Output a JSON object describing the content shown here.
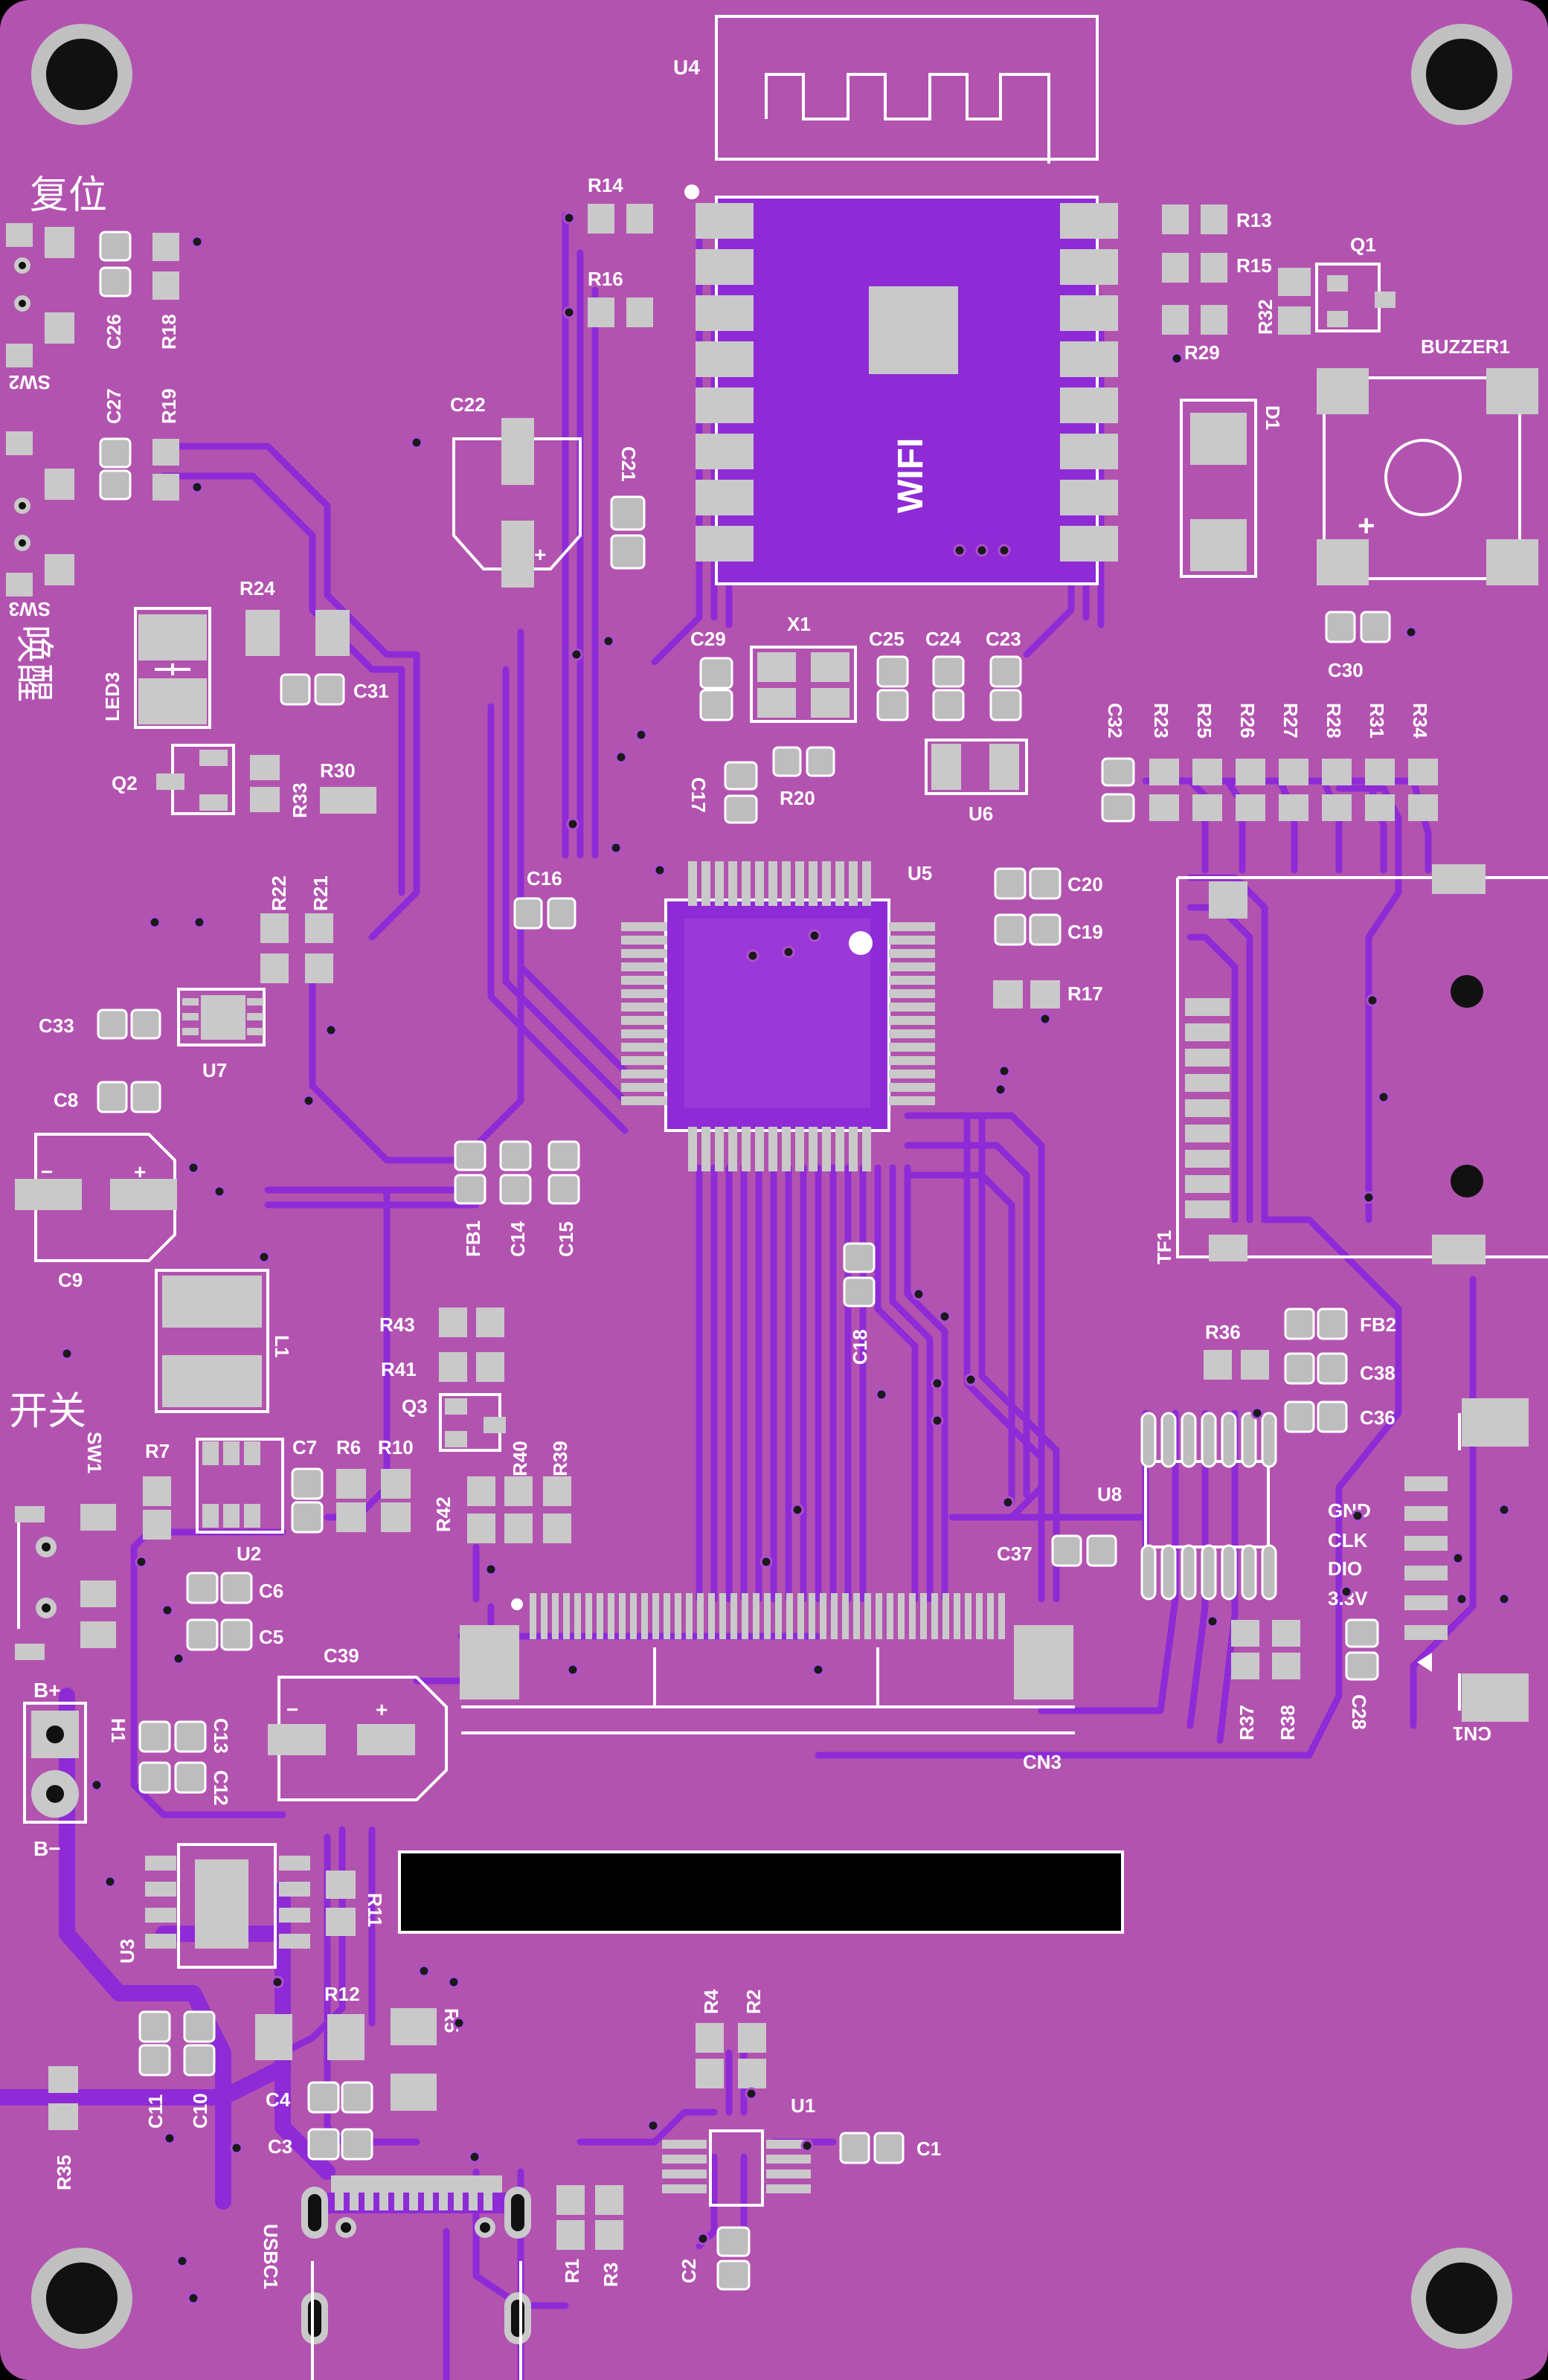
{
  "board": {
    "colors": {
      "substrate": "#b353b0",
      "copper": "#8e2bd6",
      "pad": "#c9c9c9",
      "silkscreen": "#ffffff",
      "hole": "#111111"
    }
  },
  "chinese_labels": {
    "reset": "复位",
    "wake": "唤醒",
    "power_switch": "开关"
  },
  "modules": {
    "wifi": "WIFI",
    "battery_plus": "B+",
    "battery_minus": "B−"
  },
  "connector_pins": {
    "gnd": "GND",
    "clk": "CLK",
    "dio": "DIO",
    "v33": "3.3V"
  },
  "designators": {
    "U4": "U4",
    "U5": "U5",
    "U6": "U6",
    "U7": "U7",
    "U8": "U8",
    "U1": "U1",
    "U2": "U2",
    "U3": "U3",
    "R14": "R14",
    "R16": "R16",
    "R13": "R13",
    "R15": "R15",
    "R32": "R32",
    "R29": "R29",
    "Q1": "Q1",
    "BUZZER1": "BUZZER1",
    "D1": "D1",
    "C22": "C22",
    "C21": "C21",
    "C26": "C26",
    "R18": "R18",
    "SW2": "SW2",
    "C27": "C27",
    "R19": "R19",
    "SW3": "SW3",
    "R24": "R24",
    "LED3": "LED3",
    "C31": "C31",
    "Q2": "Q2",
    "R33": "R33",
    "R30": "R30",
    "C29": "C29",
    "X1": "X1",
    "C25": "C25",
    "C24": "C24",
    "C23": "C23",
    "C30": "C30",
    "C32": "C32",
    "R23": "R23",
    "R25": "R25",
    "R26": "R26",
    "R27": "R27",
    "R28": "R28",
    "R31": "R31",
    "R34": "R34",
    "C17": "C17",
    "R20": "R20",
    "C16": "C16",
    "C20": "C20",
    "C19": "C19",
    "R17": "R17",
    "R22": "R22",
    "R21": "R21",
    "C33": "C33",
    "C8": "C8",
    "C9": "C9",
    "FB1": "FB1",
    "C14": "C14",
    "C15": "C15",
    "TF1": "TF1",
    "C18": "C18",
    "L1": "L1",
    "R43": "R43",
    "R41": "R41",
    "Q3": "Q3",
    "R40": "R40",
    "R39": "R39",
    "R42": "R42",
    "R36": "R36",
    "FB2": "FB2",
    "C38": "C38",
    "C36": "C36",
    "SW1": "SW1",
    "R7": "R7",
    "C7": "C7",
    "R6": "R6",
    "R10": "R10",
    "C37": "C37",
    "C6": "C6",
    "C5": "C5",
    "C39": "C39",
    "H1": "H1",
    "C13": "C13",
    "C12": "C12",
    "R37": "R37",
    "R38": "R38",
    "C28": "C28",
    "CN1": "CN1",
    "CN3": "CN3",
    "R11": "R11",
    "R12": "R12",
    "R5": "R5",
    "C11": "C11",
    "C10": "C10",
    "C4": "C4",
    "C3": "C3",
    "R35": "R35",
    "R4": "R4",
    "R2": "R2",
    "C1": "C1",
    "R1": "R1",
    "R3": "R3",
    "C2": "C2",
    "USBC1": "USBC1"
  }
}
